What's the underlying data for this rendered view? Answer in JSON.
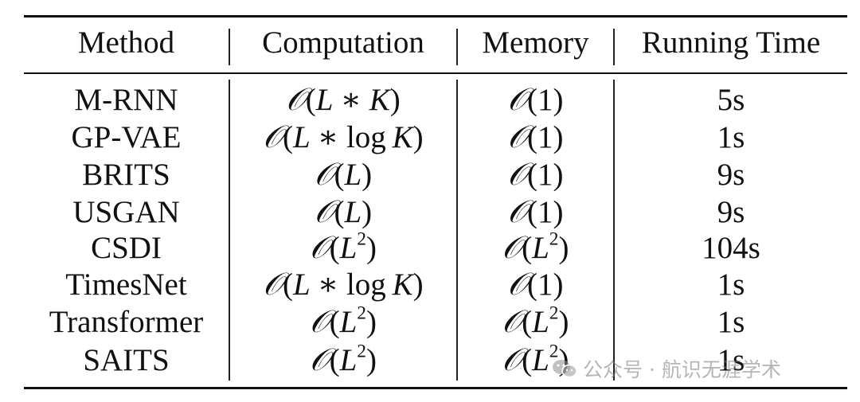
{
  "table": {
    "headers": [
      "Method",
      "Computation",
      "Memory",
      "Running Time"
    ],
    "rows": [
      {
        "method": "M-RNN",
        "computation": "O(L * K)",
        "memory": "O(1)",
        "running_time": "5s"
      },
      {
        "method": "GP-VAE",
        "computation": "O(L * log K)",
        "memory": "O(1)",
        "running_time": "1s"
      },
      {
        "method": "BRITS",
        "computation": "O(L)",
        "memory": "O(1)",
        "running_time": "9s"
      },
      {
        "method": "USGAN",
        "computation": "O(L)",
        "memory": "O(1)",
        "running_time": "9s"
      },
      {
        "method": "CSDI",
        "computation": "O(L^2)",
        "memory": "O(L^2)",
        "running_time": "104s"
      },
      {
        "method": "TimesNet",
        "computation": "O(L * log K)",
        "memory": "O(1)",
        "running_time": "1s"
      },
      {
        "method": "Transformer",
        "computation": "O(L^2)",
        "memory": "O(L^2)",
        "running_time": "1s"
      },
      {
        "method": "SAITS",
        "computation": "O(L^2)",
        "memory": "O(L^2)",
        "running_time": "1s"
      }
    ]
  },
  "watermark": {
    "text": "公众号 · 航识无涯学术",
    "icon": "wechat-icon"
  }
}
